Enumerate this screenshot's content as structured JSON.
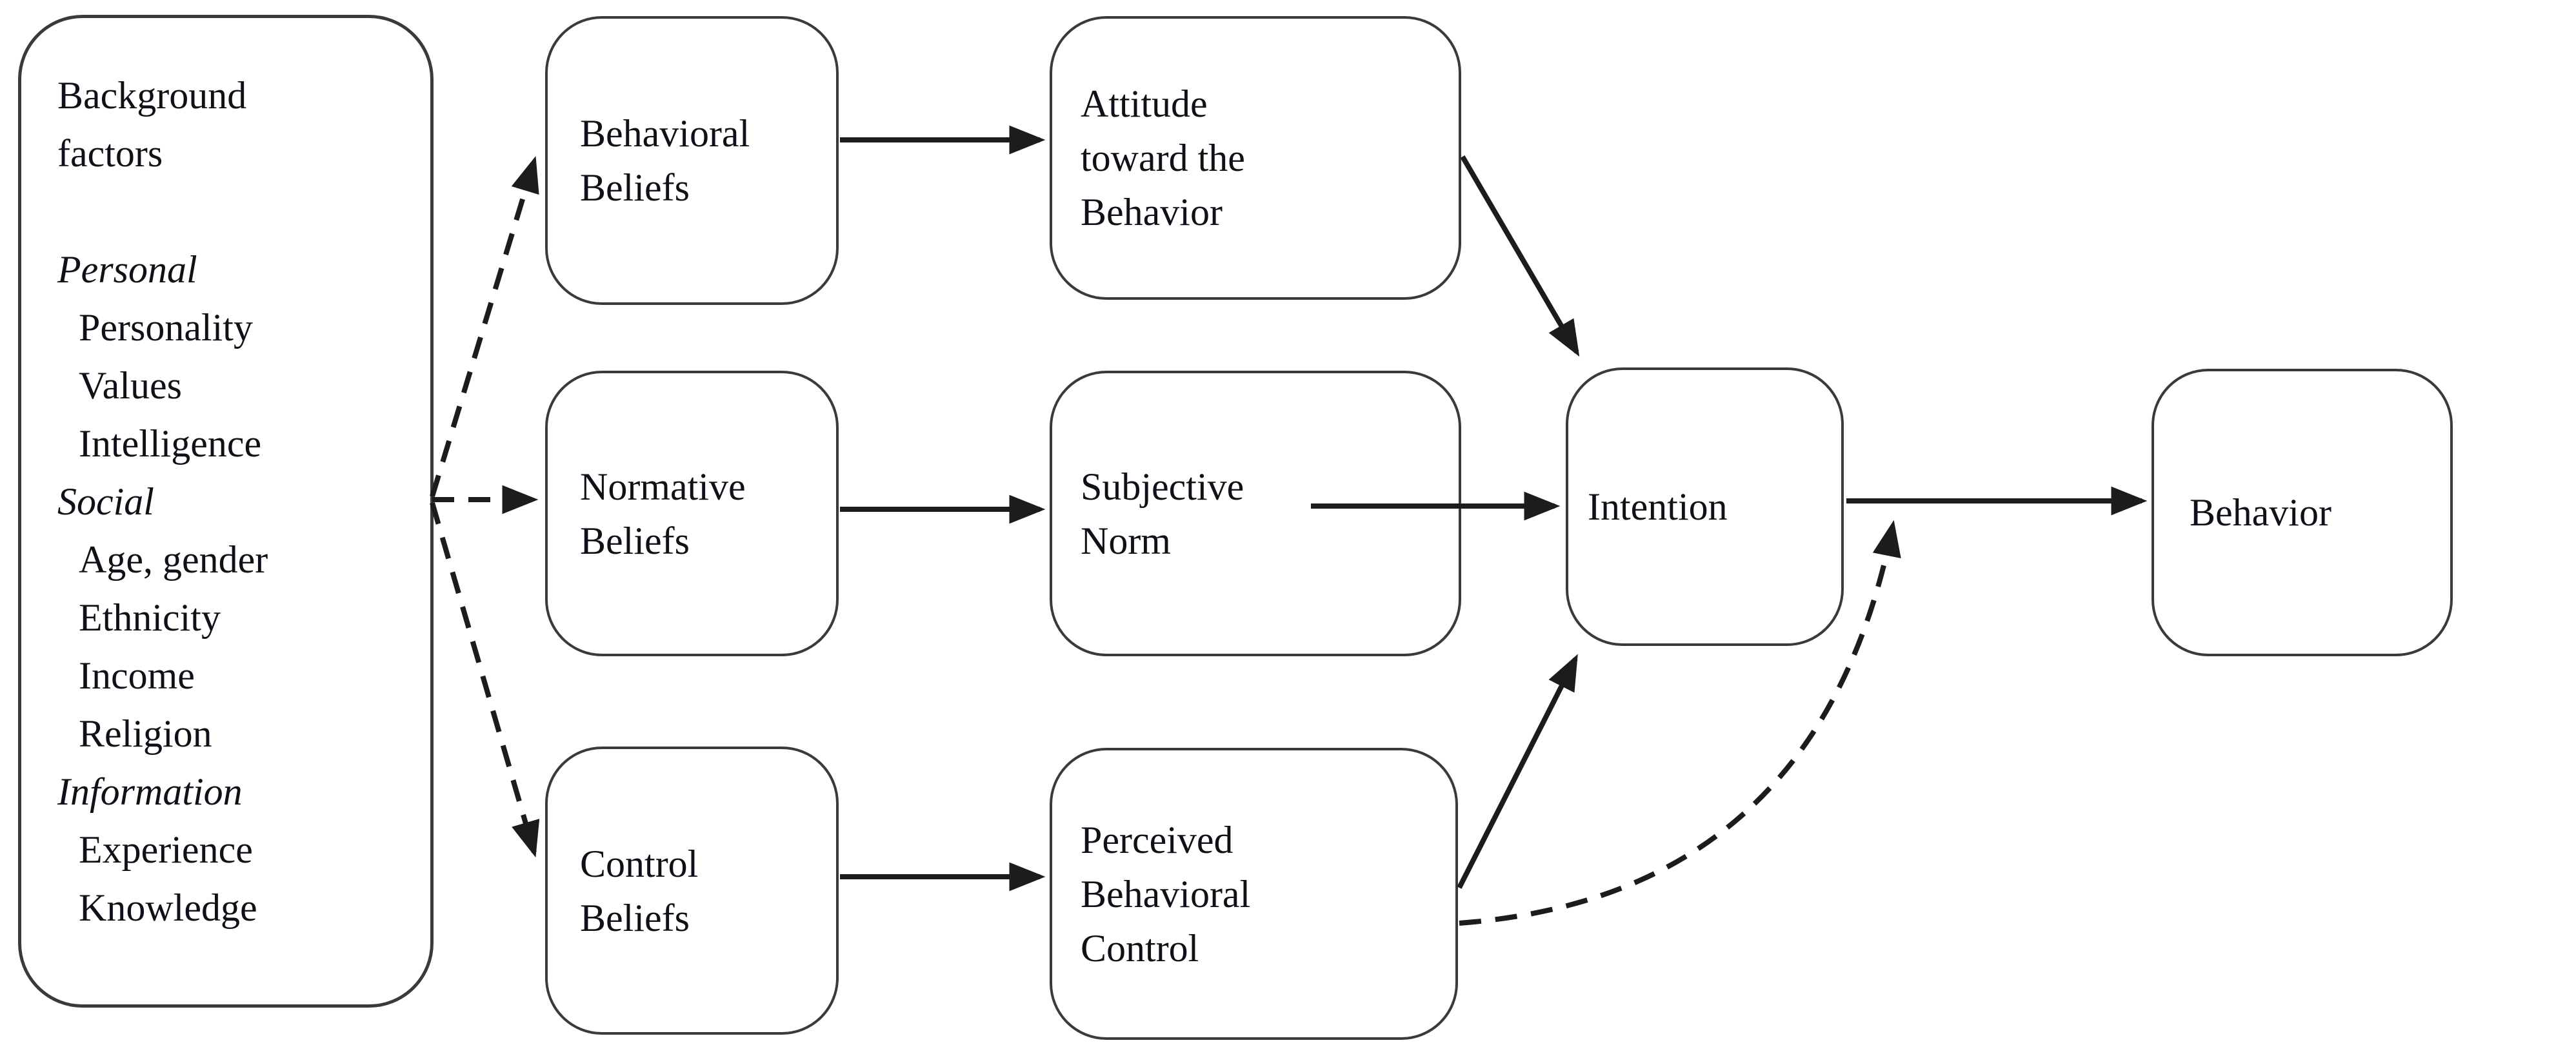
{
  "background_box": {
    "lines": [
      {
        "text": "Background",
        "italic": false,
        "indent": false
      },
      {
        "text": "factors",
        "italic": false,
        "indent": false
      },
      {
        "text": "",
        "italic": false,
        "indent": false
      },
      {
        "text": "Personal",
        "italic": true,
        "indent": false
      },
      {
        "text": "Personality",
        "italic": false,
        "indent": true
      },
      {
        "text": "Values",
        "italic": false,
        "indent": true
      },
      {
        "text": "Intelligence",
        "italic": false,
        "indent": true
      },
      {
        "text": "Social",
        "italic": true,
        "indent": false
      },
      {
        "text": "Age, gender",
        "italic": false,
        "indent": true
      },
      {
        "text": "Ethnicity",
        "italic": false,
        "indent": true
      },
      {
        "text": "Income",
        "italic": false,
        "indent": true
      },
      {
        "text": "Religion",
        "italic": false,
        "indent": true
      },
      {
        "text": "Information",
        "italic": true,
        "indent": false
      },
      {
        "text": "Experience",
        "italic": false,
        "indent": true
      },
      {
        "text": "Knowledge",
        "italic": false,
        "indent": true
      }
    ]
  },
  "nodes": {
    "behavioral_beliefs": {
      "label": "Behavioral\nBeliefs"
    },
    "normative_beliefs": {
      "label": "Normative\nBeliefs"
    },
    "control_beliefs": {
      "label": "Control\nBeliefs"
    },
    "attitude": {
      "label": "Attitude\ntoward the\nBehavior"
    },
    "subjective_norm": {
      "label": "Subjective\nNorm"
    },
    "perceived_behavioral_control": {
      "label": "Perceived\nBehavioral\nControl"
    },
    "intention": {
      "label": "Intention"
    },
    "behavior": {
      "label": "Behavior"
    }
  },
  "edges": [
    {
      "from": "background_factors",
      "to": "behavioral_beliefs",
      "style": "dashed"
    },
    {
      "from": "background_factors",
      "to": "normative_beliefs",
      "style": "dashed"
    },
    {
      "from": "background_factors",
      "to": "control_beliefs",
      "style": "dashed"
    },
    {
      "from": "behavioral_beliefs",
      "to": "attitude",
      "style": "solid"
    },
    {
      "from": "normative_beliefs",
      "to": "subjective_norm",
      "style": "solid"
    },
    {
      "from": "control_beliefs",
      "to": "perceived_behavioral_control",
      "style": "solid"
    },
    {
      "from": "attitude",
      "to": "intention",
      "style": "solid"
    },
    {
      "from": "subjective_norm",
      "to": "intention",
      "style": "solid"
    },
    {
      "from": "perceived_behavioral_control",
      "to": "intention",
      "style": "solid"
    },
    {
      "from": "intention",
      "to": "behavior",
      "style": "solid"
    },
    {
      "from": "perceived_behavioral_control",
      "to": "behavior",
      "style": "dashed"
    }
  ],
  "colors": {
    "background": "#ffffff",
    "border": "#3a3a3a",
    "arrow": "#1c1c1c",
    "text": "#101018"
  }
}
